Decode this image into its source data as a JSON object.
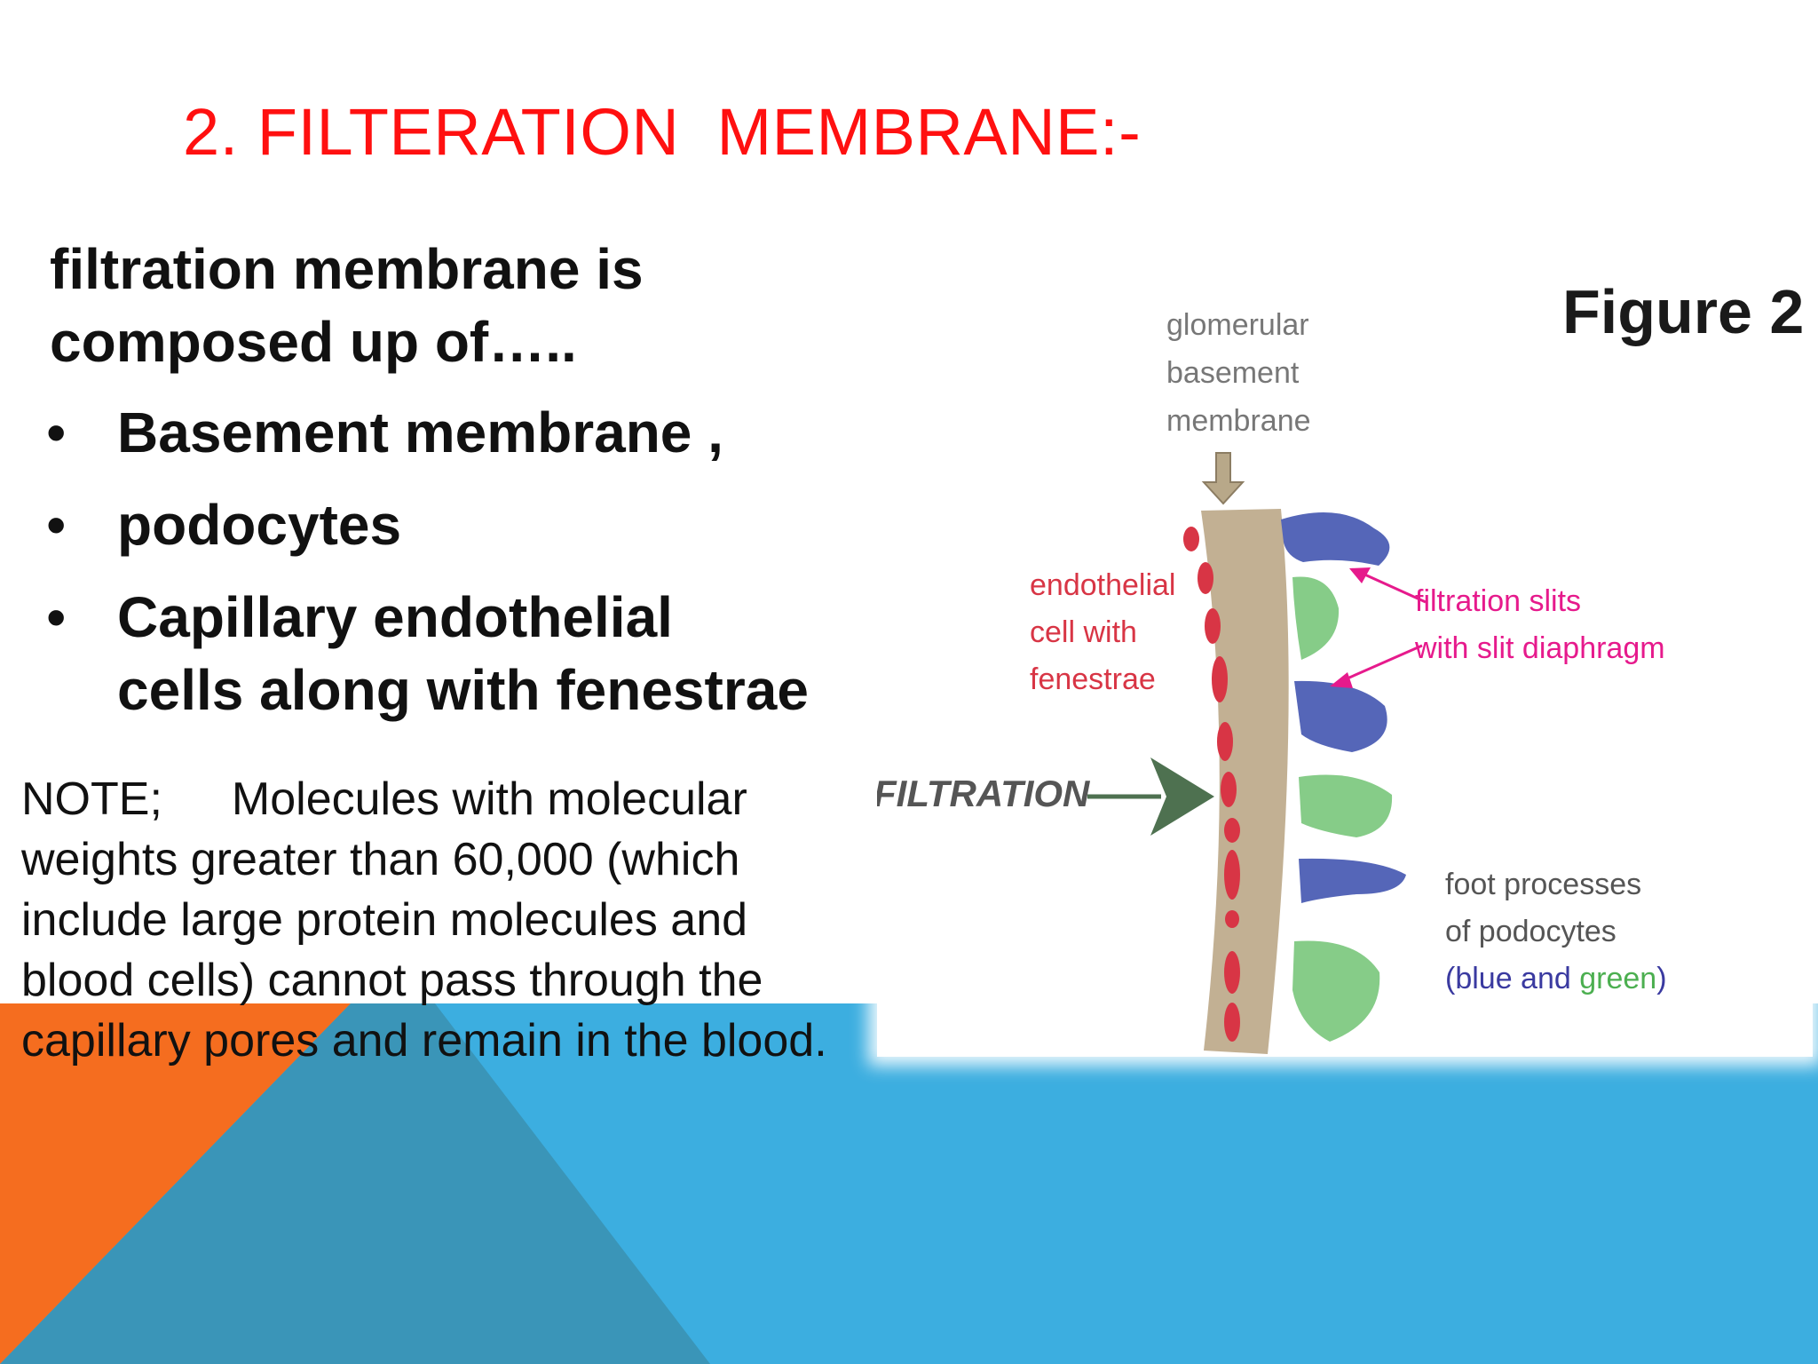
{
  "slide": {
    "title": "2. FILTERATION  MEMBRANE:-",
    "intro": " filtration membrane is\ncomposed up of…..",
    "bullets": [
      "Basement membrane ,",
      "podocytes",
      "Capillary endothelial cells  along with fenestrae"
    ],
    "bullet_symbol": "•",
    "note_lead": "NOTE;",
    "note_body": "Molecules with molecular weights greater than 60,000 (which include large protein molecules and blood cells) cannot pass through the capillary pores and remain in the blood."
  },
  "figure": {
    "heading": "Figure 2",
    "label_gbm": [
      "glomerular",
      "basement",
      "membrane"
    ],
    "label_endothelial": [
      "endothelial",
      "cell with",
      "fenestrae"
    ],
    "label_slits": [
      "filtration slits",
      "with slit diaphragm"
    ],
    "label_filtration": "FILTRATION",
    "label_foot": [
      "foot processes",
      "of podocytes"
    ],
    "label_colors_open": "(blue and ",
    "label_colors_green": "green",
    "label_colors_close": ")"
  },
  "colors": {
    "title_red": "#ff1010",
    "background_blue": "#3caee0",
    "background_orange": "#f56d1f",
    "background_teal": "#3a95b8",
    "membrane_tan": "#c2b093",
    "podocyte_blue": "#5566b8",
    "podocyte_green": "#86cc88",
    "endothelial_red": "#d83545",
    "arrow_magenta": "#e61a8c",
    "arrow_green": "#4e7150"
  }
}
